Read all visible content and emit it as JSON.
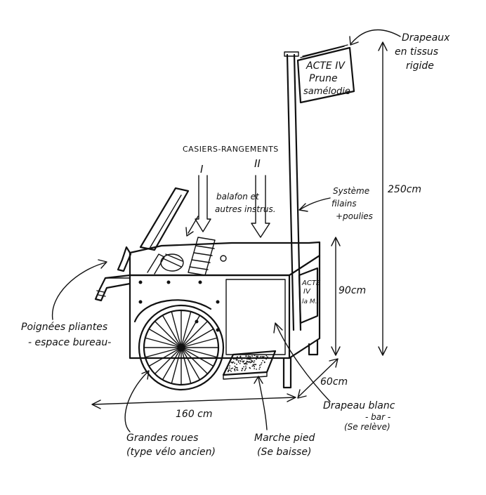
{
  "flag_top": {
    "line1": "ACTE IV",
    "line2": "Prune",
    "line3": "samélodie"
  },
  "flag_side": {
    "line1": "ACTE",
    "line2": "IV",
    "line3": "la M..."
  },
  "labels": {
    "drapeaux": [
      "Drapeaux",
      "en tissus",
      "rigide"
    ],
    "casiers": "CASIERS-RANGEMENTS",
    "roman_1": "I",
    "roman_2": "II",
    "balafon": [
      "balafon et",
      "autres instrus."
    ],
    "systeme": [
      "Système",
      "filains",
      "+poulies"
    ],
    "height_250": "250cm",
    "height_90": "90cm",
    "depth_60": "60cm",
    "width_160": "160 cm",
    "poignees": [
      "Poignées pliantes",
      "- espace bureau-"
    ],
    "roues": [
      "Grandes roues",
      "(type vélo ancien)"
    ],
    "marchepied": [
      "Marche pied",
      "(Se baisse)"
    ],
    "drapeau_blanc": [
      "Drapeau blanc",
      "- bar -",
      "(Se relève)"
    ]
  }
}
